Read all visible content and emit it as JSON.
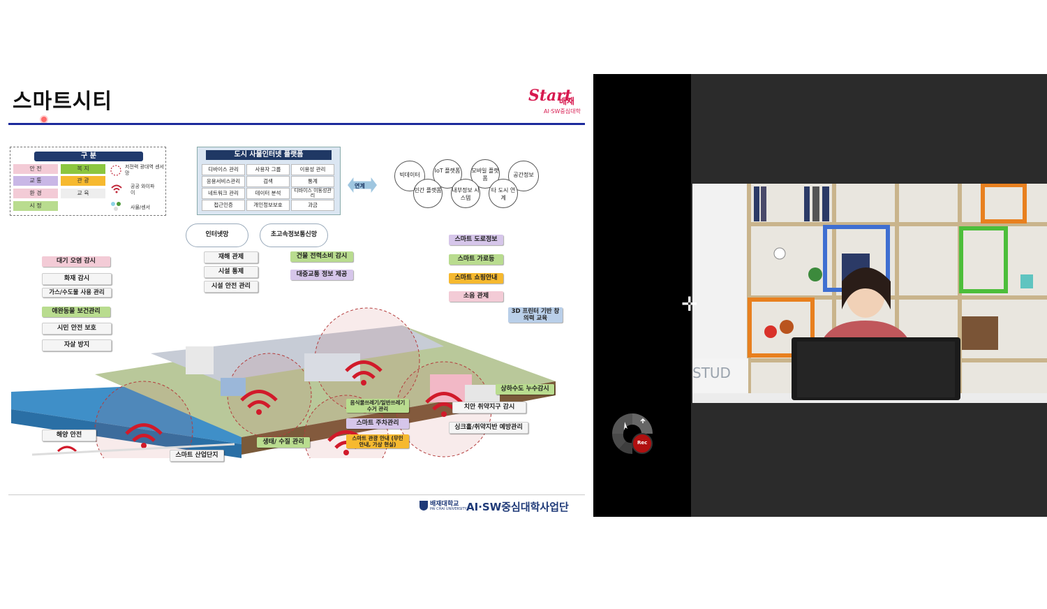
{
  "slide": {
    "title": "스마트시티",
    "logo_text": "Start",
    "logo_sub": "배재",
    "logo_small": "AI·SW중심대학",
    "legend": {
      "header": "구 분",
      "cells": [
        "안 전",
        "복 지",
        "교 통",
        "관 광",
        "환 경",
        "교 육",
        "시 정"
      ],
      "items": [
        "저전력 광대역 센서망",
        "공공 와이파이",
        "사물/센서"
      ]
    },
    "platform": {
      "header": "도시 사물인터넷 플랫폼",
      "cells": [
        "디바이스 관리",
        "사용자 그룹",
        "이용성 관리",
        "응용서비스관리",
        "검색",
        "통계",
        "네트워크 관리",
        "데이터 분석",
        "디바이스 이동성관리",
        "접근인증",
        "개인정보보호",
        "과금"
      ]
    },
    "link_label": "연계",
    "bubbles": [
      "빅데이터",
      "IoT 플랫폼",
      "모바일 플랫폼",
      "공간정보",
      "민간 플랫폼",
      "내부정보 시스템",
      "타 도시 연계"
    ],
    "clouds": [
      "인터넷망",
      "초고속정보통신망"
    ],
    "labels_left": [
      "대기 오염 감시",
      "화재 감시",
      "가스/수도물 사용 관리",
      "애완동물 보건관리",
      "시민 안전 보호",
      "자살 방지",
      "해양 안전"
    ],
    "labels_center": [
      "재해 관제",
      "시설 통제",
      "시설 안전 관리",
      "건물 전력소비 감시",
      "대중교통 정보 제공"
    ],
    "labels_right": [
      "스마트 도로정보",
      "스마트 가로등",
      "스마트 쇼핑안내",
      "소음 관제",
      "3D 프린터 기반 창의력 교육",
      "상하수도 누수감시",
      "치안 취약지구 감시",
      "싱크홀/취약지반 예방관리"
    ],
    "labels_bottom": [
      "음식물쓰레기/일반쓰레기 수거 관리",
      "스마트 주차관리",
      "스마트 관광 안내 (무인 안내, 가상 현실)",
      "생태/ 수질 관리",
      "스마트 산업단지"
    ],
    "footer": {
      "univ": "배재대학교",
      "univ_en": "PAI CHAI UNIVERSITY",
      "program": "AI·SW중심대학사업단"
    }
  },
  "video": {
    "studio_sign": "STUD",
    "rec_label": "Rec"
  },
  "colors": {
    "title_rule": "#1c2a9c",
    "brand_pink": "#d7194f",
    "rec_red": "#b01010"
  }
}
